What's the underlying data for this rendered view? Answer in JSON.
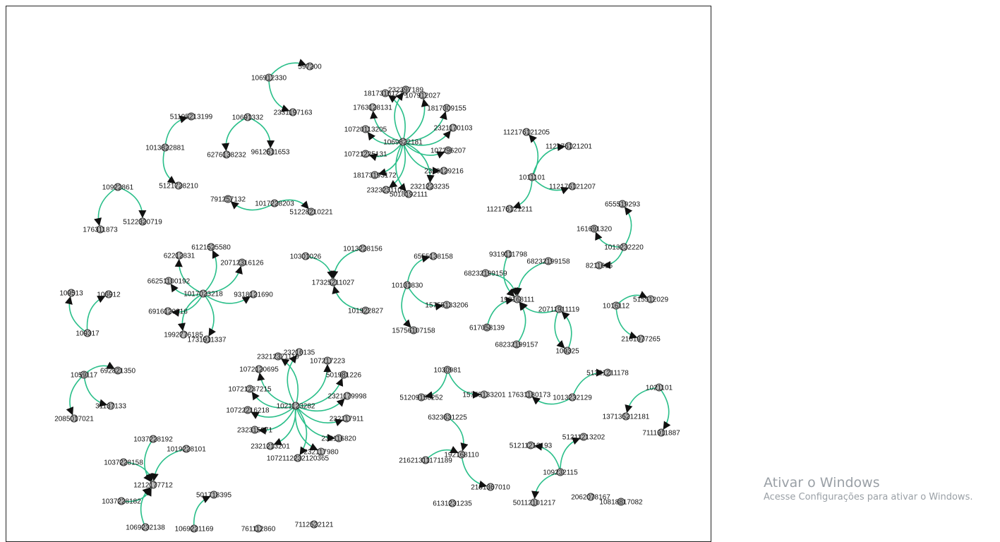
{
  "colors": {
    "edge": "#2bbf8a",
    "node_fill": "#bdbdbd",
    "node_stroke": "#333333",
    "arrow": "#111111"
  },
  "graph": {
    "clusters": [
      {
        "hub": "106912330",
        "leaves": [
          "597200",
          "2331197163"
        ]
      },
      {
        "hub": "10691332",
        "leaves": [
          "6276138232",
          "9612611653"
        ]
      },
      {
        "hub": "1013822881",
        "leaves": [
          "51195213199",
          "5121728210"
        ]
      },
      {
        "hub": "10922861",
        "leaves": [
          "176311873",
          "5122320719"
        ]
      },
      {
        "hub": "1017228203",
        "leaves": [
          "791257132",
          "51228210221"
        ]
      },
      {
        "hub": "1069822181",
        "leaves": [
          "18173161236",
          "232397189",
          "107912027",
          "1763128131",
          "1817309155",
          "10720113205",
          "2321170103",
          "10721225131",
          "107296207",
          "18173193172",
          "2323129216",
          "2323231103",
          "5018192111",
          "2321223235"
        ]
      },
      {
        "hub": "1011101",
        "leaves": [
          "112176121205",
          "112176121201",
          "112176121207",
          "112176121211"
        ]
      },
      {
        "hub": "1013232220",
        "leaves": [
          "655519293",
          "161691320",
          "8211616"
        ]
      },
      {
        "hub": "1017023218",
        "leaves": [
          "6121525580",
          "62212831",
          "20712316126",
          "66251100192",
          "9318121690",
          "6916120216",
          "1992776185",
          "1731911337"
        ]
      },
      {
        "hub": "17325211027",
        "leaves": [
          "10301026",
          "1013228156",
          "101922827"
        ]
      },
      {
        "hub": "10131830",
        "leaves": [
          "6555138158",
          "15755133206",
          "15756107158"
        ]
      },
      {
        "hub": "192168111",
        "leaves": [
          "9319111798",
          "68232199159",
          "68232199158",
          "617058139",
          "68232199157",
          "20711911119"
        ]
      },
      {
        "hub": "20711911119",
        "leaves": [
          "109325"
        ]
      },
      {
        "hub": "109317",
        "leaves": [
          "109513",
          "106912"
        ]
      },
      {
        "hub": "1016112",
        "leaves": [
          "515512029",
          "2161977265"
        ]
      },
      {
        "hub": "1059117",
        "leaves": [
          "692821350",
          "31137133",
          "2085017021"
        ]
      },
      {
        "hub": "1021123282",
        "leaves": [
          "23212371119",
          "23216135",
          "107217223",
          "1072120695",
          "501981226",
          "10721237215",
          "2321179998",
          "10722216218",
          "232117911",
          "232315971",
          "232116820",
          "2321213201",
          "232117980",
          "1072112232120365"
        ]
      },
      {
        "hub": "1030981",
        "leaves": [
          "51209150252",
          "15755133201"
        ]
      },
      {
        "hub": "1013232129",
        "leaves": [
          "17631180173",
          "51321211178"
        ]
      },
      {
        "hub": "1021101",
        "leaves": [
          "137135212181",
          "7111911887"
        ]
      },
      {
        "hub": "1212177712",
        "leaves": [
          "1037228192",
          "1019228101",
          "1037228158",
          "1037228182",
          "1069232138"
        ]
      },
      {
        "hub": "192168110",
        "leaves": [
          "6323631225",
          "21621311171189",
          "2131367010"
        ]
      },
      {
        "hub": "109232115",
        "leaves": [
          "51211213193",
          "51211213202",
          "50112101217"
        ]
      },
      {
        "hub": "1069221169",
        "leaves": [
          "501718395"
        ]
      }
    ],
    "extra_nodes": [
      "6131231235",
      "2062078167",
      "10818817082",
      "761112860",
      "7112522121"
    ]
  },
  "watermark": {
    "title": "Ativar o Windows",
    "subtitle": "Acesse Configurações para ativar o Windows."
  }
}
